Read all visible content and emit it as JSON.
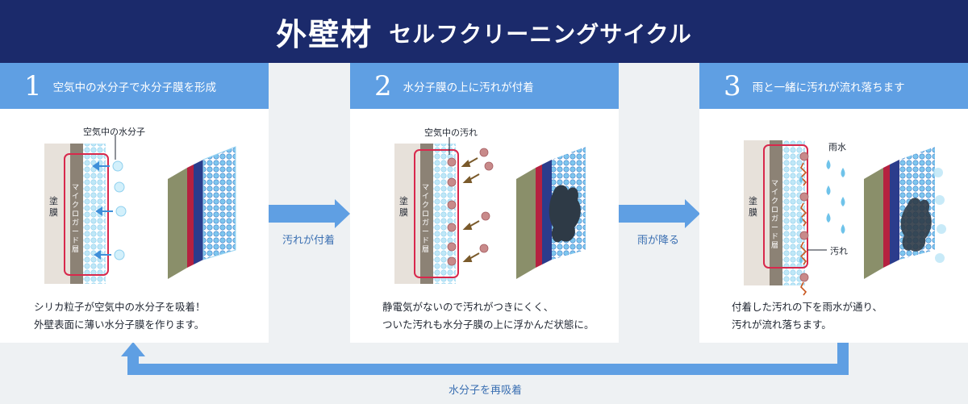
{
  "header": {
    "title_main": "外壁材",
    "title_sub": "セルフクリーニングサイクル"
  },
  "colors": {
    "header_bg": "#1b2a6b",
    "step_bar": "#5f9fe3",
    "arrow": "#5f9fe3",
    "frame": "#d8284c",
    "stain": "#c88a8a"
  },
  "steps": [
    {
      "number": "1",
      "title": "空気中の水分子で水分子膜を形成",
      "layer_coat": "塗膜",
      "layer_guard": "マイクロガード層",
      "callout": "空気中の水分子",
      "caption_line1": "シリカ粒子が空気中の水分子を吸着！",
      "caption_line2": "外壁表面に薄い水分子膜を作ります。"
    },
    {
      "number": "2",
      "title": "水分子膜の上に汚れが付着",
      "layer_coat": "塗膜",
      "layer_guard": "マイクロガード層",
      "callout": "空気中の汚れ",
      "caption_line1": "静電気がないので汚れがつきにくく、",
      "caption_line2": "ついた汚れも水分子膜の上に浮かんだ状態に。"
    },
    {
      "number": "3",
      "title": "雨と一緒に汚れが流れ落ちます",
      "layer_coat": "塗膜",
      "layer_guard": "マイクロガード層",
      "callout_rain": "雨水",
      "callout_dirt": "汚れ",
      "caption_line1": "付着した汚れの下を雨水が通り、",
      "caption_line2": "汚れが流れ落ちます。"
    }
  ],
  "arrows": {
    "a12": "汚れが付着",
    "a23": "雨が降る",
    "loop": "水分子を再吸着"
  }
}
